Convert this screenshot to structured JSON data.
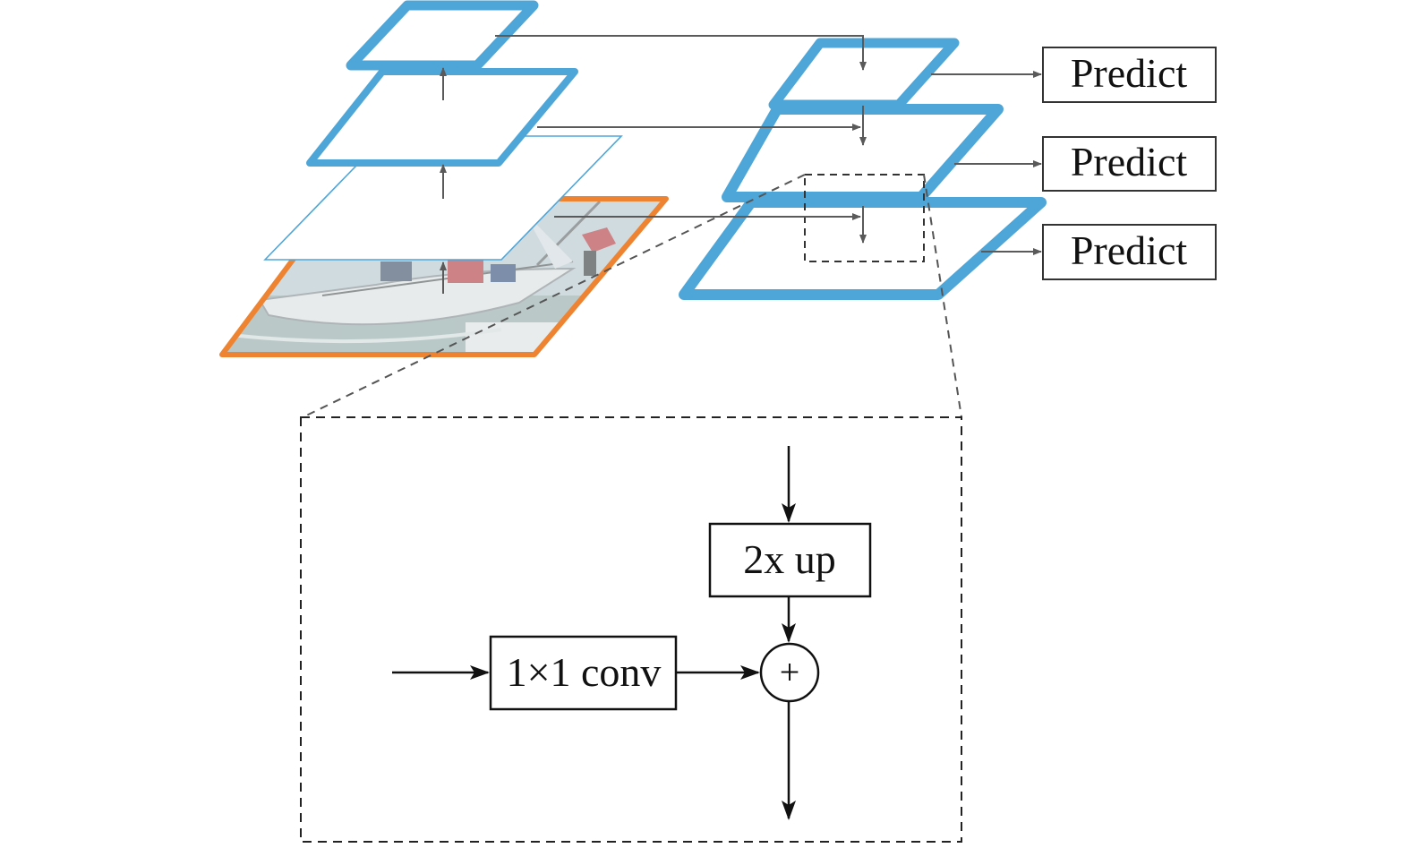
{
  "colors": {
    "feature_map": "#4ea6d8",
    "image_border": "#ee8432",
    "arrow_gray": "#5a5a5a",
    "arrow_black": "#111111",
    "dash": "#333333"
  },
  "input_image": {
    "description_icon": "sailboat-photo-icon"
  },
  "predict_boxes": [
    "Predict",
    "Predict",
    "Predict"
  ],
  "detail": {
    "upsample_label": "2x up",
    "conv_label": "1×1 conv",
    "sum_symbol": "+"
  }
}
